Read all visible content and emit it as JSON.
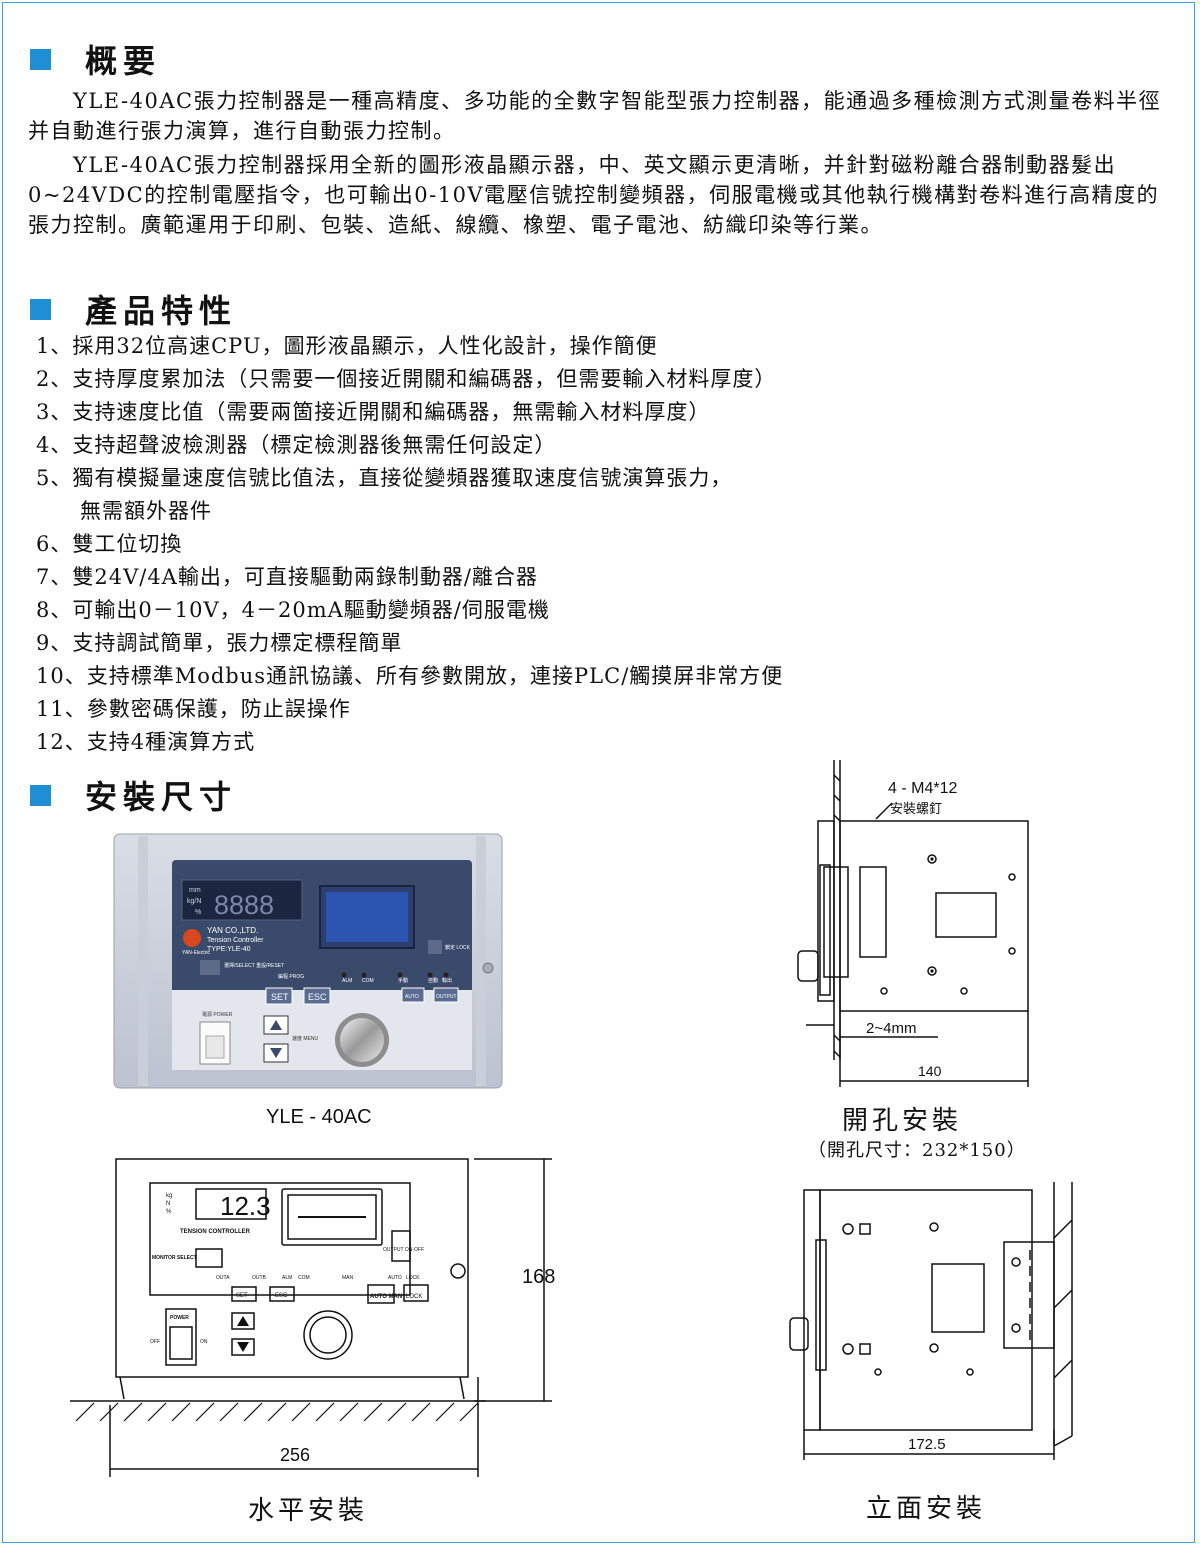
{
  "overview": {
    "title": "概要",
    "p1": "　　YLE-40AC張力控制器是一種高精度、多功能的全數字智能型張力控制器，能通過多種檢測方式測量卷料半徑并自動進行張力演算，進行自動張力控制。",
    "p2": "　　YLE-40AC張力控制器採用全新的圖形液晶顯示器，中、英文顯示更清晰，并針對磁粉離合器制動器髮出0~24VDC的控制電壓指令，也可輸出0-10V電壓信號控制變頻器，伺服電機或其他執行機構對卷料進行高精度的張力控制。廣範運用于印刷、包裝、造紙、線纜、橡塑、電子電池、紡織印染等行業。"
  },
  "features": {
    "title": "產品特性",
    "items": [
      "1、採用32位高速CPU，圖形液晶顯示，人性化設計，操作簡便",
      "2、支持厚度累加法（只需要一個接近開關和編碼器，但需要輸入材料厚度）",
      "3、支持速度比值（需要兩箇接近開關和編碼器，無需輸入材料厚度）",
      "4、支持超聲波檢測器（標定檢測器後無需任何設定）",
      "5、獨有模擬量速度信號比值法，直接從變頻器獲取速度信號演算張力，",
      "　　無需額外器件",
      "6、雙工位切換",
      "7、雙24V/4A輸出，可直接驅動兩錄制動器/離合器",
      "8、可輸出0－10V，4－20mA驅動變頻器/伺服電機",
      "9、支持調試簡單，張力標定標程簡單",
      "10、支持標準Modbus通訊協議、所有參數開放，連接PLC/觸摸屏非常方便",
      "11、參數密碼保護，防止誤操作",
      "12、支持4種演算方式"
    ]
  },
  "install": {
    "title": "安裝尺寸",
    "device_caption": "YLE - 40AC",
    "device": {
      "units": [
        "mm",
        "kg/N",
        "%"
      ],
      "digits": "8888",
      "brand": "YAN CO.,LTD.",
      "subtitle": "Tension Controller",
      "type": "TYPE:YLE-40",
      "logo_text": "YAN-Electric",
      "select_reset": "選擇/SELECT 重設/RESET",
      "lock": "鎖定 LOCK",
      "set": "SET",
      "esc": "ESC",
      "auto": "AUTO",
      "output": "OUTPUT",
      "power": "電源 POWER",
      "menu": "速度 MENU",
      "prog": "編程 PROG",
      "alm": "ALM",
      "com": "COM",
      "man": "手動",
      "autolbl": "自動",
      "outlbl": "輸出"
    },
    "cutout": {
      "caption": "開孔安裝",
      "sub": "（開孔尺寸：232*150）",
      "screw": "4 - M4*12",
      "screw_zh": "安裝螺釘",
      "thickness": "2~4mm",
      "width": "140"
    },
    "horizontal": {
      "caption": "水平安裝",
      "height": "168",
      "width": "256",
      "display": "12.3",
      "label": "TENSION CONTROLLER",
      "monitor": "MONITOR SELECT",
      "output_onoff": "OUTPUT ON-OFF",
      "power": "POWER",
      "off": "OFF",
      "on": "ON",
      "set": "SET",
      "esc": "ESC",
      "auto_man": "AUTO MAN",
      "lock": "LOCK",
      "indicators": [
        "OUTA",
        "OUTB",
        "ALM",
        "COM",
        "MAN",
        "AUTO",
        "LOCK"
      ],
      "unit_labels": [
        "kg",
        "N",
        "%"
      ]
    },
    "vertical": {
      "caption": "立面安裝",
      "width": "172.5"
    }
  }
}
